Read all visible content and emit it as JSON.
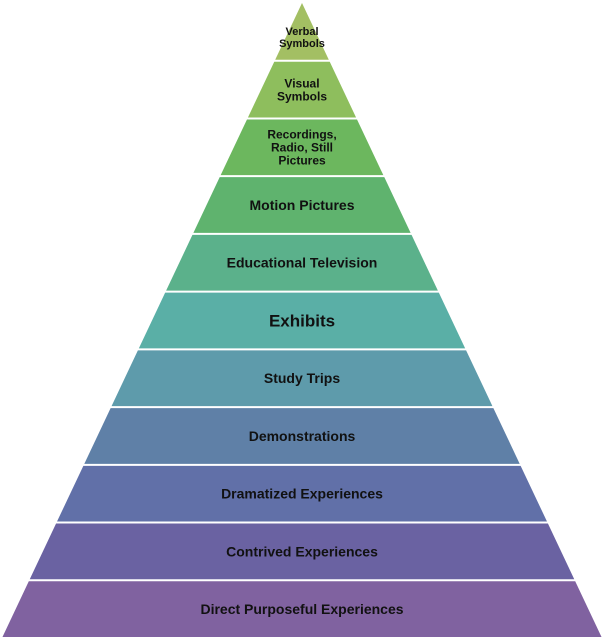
{
  "levels": [
    {
      "lines": [
        "Verbal",
        "Symbols"
      ],
      "color": "#a3bf63"
    },
    {
      "lines": [
        "Visual",
        "Symbols"
      ],
      "color": "#8ebe5d"
    },
    {
      "lines": [
        "Recordings,",
        "Radio, Still",
        "Pictures"
      ],
      "color": "#6cb75e"
    },
    {
      "lines": [
        "Motion Pictures"
      ],
      "color": "#5fb36e"
    },
    {
      "lines": [
        "Educational Television"
      ],
      "color": "#5bb18b"
    },
    {
      "lines": [
        "Exhibits"
      ],
      "color": "#5aafa6"
    },
    {
      "lines": [
        "Study Trips"
      ],
      "color": "#5e9bab"
    },
    {
      "lines": [
        "Demonstrations"
      ],
      "color": "#5f80a7"
    },
    {
      "lines": [
        "Dramatized Experiences"
      ],
      "color": "#6170a8"
    },
    {
      "lines": [
        "Contrived Experiences"
      ],
      "color": "#6a62a2"
    },
    {
      "lines": [
        "Direct Purposeful Experiences"
      ],
      "color": "#8062a0"
    }
  ]
}
